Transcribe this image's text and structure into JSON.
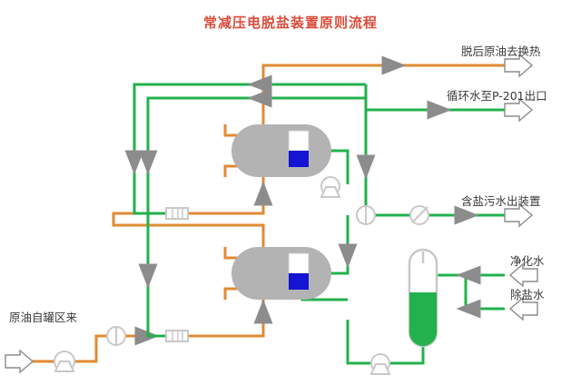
{
  "title": "常减压电脱盐装置原则流程",
  "colors": {
    "title": "#d94b3a",
    "crude_line": "#e08a33",
    "water_line": "#22b14c",
    "vessel_body": "#b3b3b3",
    "level_gauge_liquid": "#1414d2",
    "tank_liquid": "#22b14c",
    "equipment_outline": "#c8c8c8",
    "arrow_marker": "#8c8c8c",
    "label_text": "#3a3a3a"
  },
  "labels": {
    "feed_in": "原油自罐区来",
    "crude_out": "脱后原油去换热",
    "cooling_water_out": "循环水至P-201出口",
    "saline_water_out": "含盐污水出装置",
    "purified_water_in": "净化水",
    "desalted_water_in": "除盐水"
  },
  "streams": [
    {
      "name": "feed_in",
      "label": "原油自罐区来",
      "fluid": "crude",
      "direction": "in",
      "arrow": "right"
    },
    {
      "name": "crude_out",
      "label": "脱后原油去换热",
      "fluid": "crude",
      "direction": "out",
      "arrow": "right"
    },
    {
      "name": "cooling_water_out",
      "label": "循环水至P-201出口",
      "fluid": "water",
      "direction": "out",
      "arrow": "right"
    },
    {
      "name": "saline_water_out",
      "label": "含盐污水出装置",
      "fluid": "water",
      "direction": "out",
      "arrow": "right"
    },
    {
      "name": "purified_water_in",
      "label": "净化水",
      "fluid": "water",
      "direction": "in",
      "arrow": "left"
    },
    {
      "name": "desalted_water_in",
      "label": "除盐水",
      "fluid": "water",
      "direction": "in",
      "arrow": "left"
    }
  ],
  "equipment": [
    {
      "name": "desalter-vessel-1",
      "type": "horizontal-drum",
      "level_gauge": true
    },
    {
      "name": "desalter-vessel-2",
      "type": "horizontal-drum",
      "level_gauge": true
    },
    {
      "name": "water-tank",
      "type": "vertical-vessel",
      "liquid_fill": true
    },
    {
      "name": "feed-pump",
      "type": "pump"
    },
    {
      "name": "water-pump-upper",
      "type": "pump"
    },
    {
      "name": "water-pump-lower",
      "type": "pump"
    },
    {
      "name": "feed-flow-meter",
      "type": "flow-meter"
    },
    {
      "name": "water-flow-meter",
      "type": "flow-meter"
    },
    {
      "name": "control-valve",
      "type": "control-valve"
    },
    {
      "name": "mixing-valve-1",
      "type": "mixing-valve"
    },
    {
      "name": "mixing-valve-2",
      "type": "mixing-valve"
    }
  ]
}
